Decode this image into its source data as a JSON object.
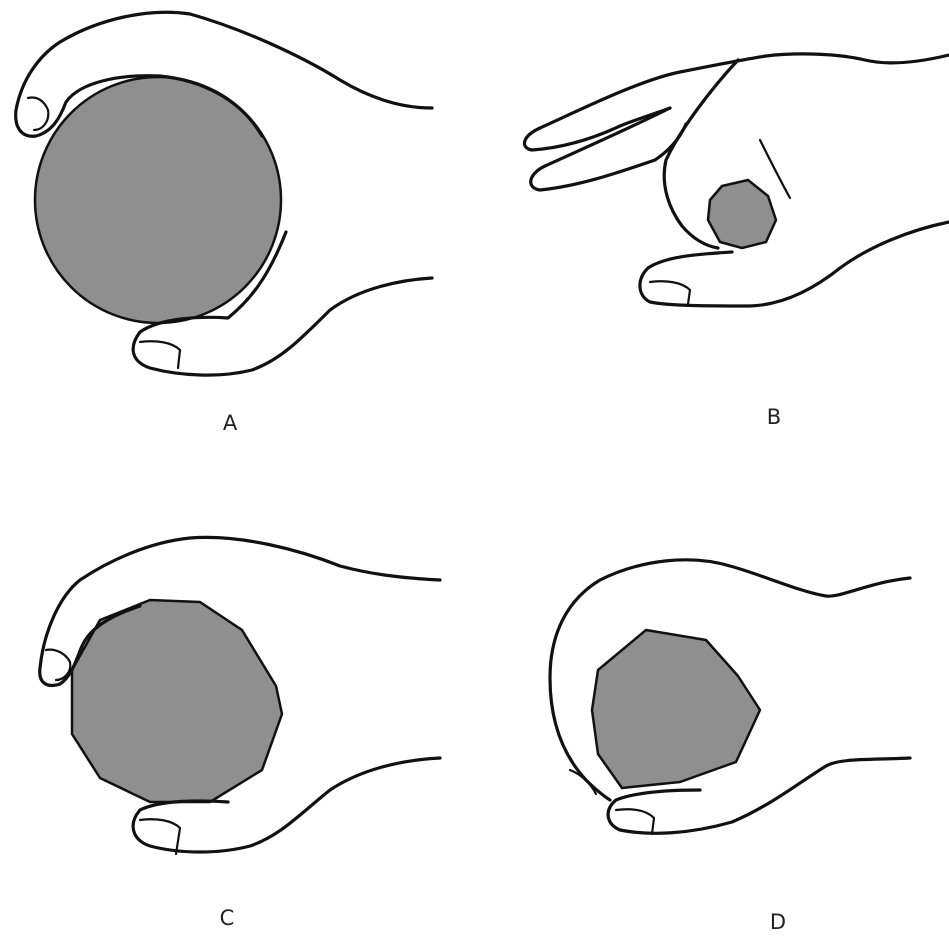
{
  "panels": [
    {
      "id": "A",
      "label": "A"
    },
    {
      "id": "B",
      "label": "B"
    },
    {
      "id": "C",
      "label": "C"
    },
    {
      "id": "D",
      "label": "D"
    }
  ],
  "colors": {
    "ball_fill": "#8f8f8f",
    "stroke": "#111111",
    "background": "#ffffff"
  }
}
